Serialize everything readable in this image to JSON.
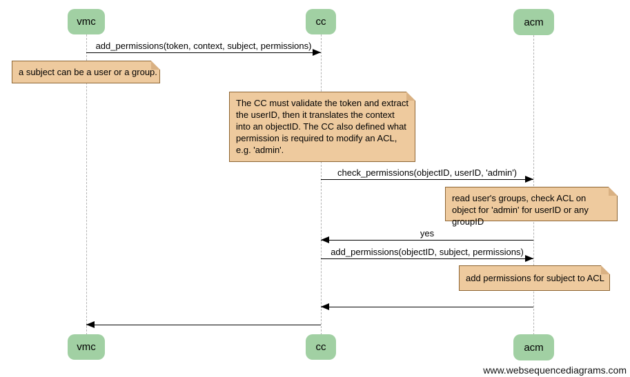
{
  "colors": {
    "actor_fill": "#a1d0a3",
    "note_fill": "#eeca9e",
    "note_border": "#8c6432",
    "note_fold": "#d9b183",
    "lifeline": "#b3b3b3",
    "arrow": "#000000"
  },
  "actors": [
    {
      "label": "vmc"
    },
    {
      "label": "cc"
    },
    {
      "label": "acm"
    }
  ],
  "messages": [
    {
      "label": "add_permissions(token, context, subject, permissions)",
      "from": "vmc",
      "to": "cc"
    },
    {
      "label": "check_permissions(objectID, userID, 'admin')",
      "from": "cc",
      "to": "acm"
    },
    {
      "label": "yes",
      "from": "acm",
      "to": "cc"
    },
    {
      "label": "add_permissions(objectID, subject, permissions)",
      "from": "cc",
      "to": "acm"
    },
    {
      "label": "",
      "from": "acm",
      "to": "cc"
    },
    {
      "label": "",
      "from": "cc",
      "to": "vmc"
    }
  ],
  "notes": [
    {
      "text": "a subject can be a user or a group."
    },
    {
      "text": "The CC must validate the token and extract the userID, then it translates the context into an objectID. The CC also defined what permission is required to modify an ACL, e.g. 'admin'."
    },
    {
      "text": "read user's groups, check ACL on object for 'admin' for userID or any groupID"
    },
    {
      "text": "add permissions for subject to ACL"
    }
  ],
  "watermark": "www.websequencediagrams.com"
}
